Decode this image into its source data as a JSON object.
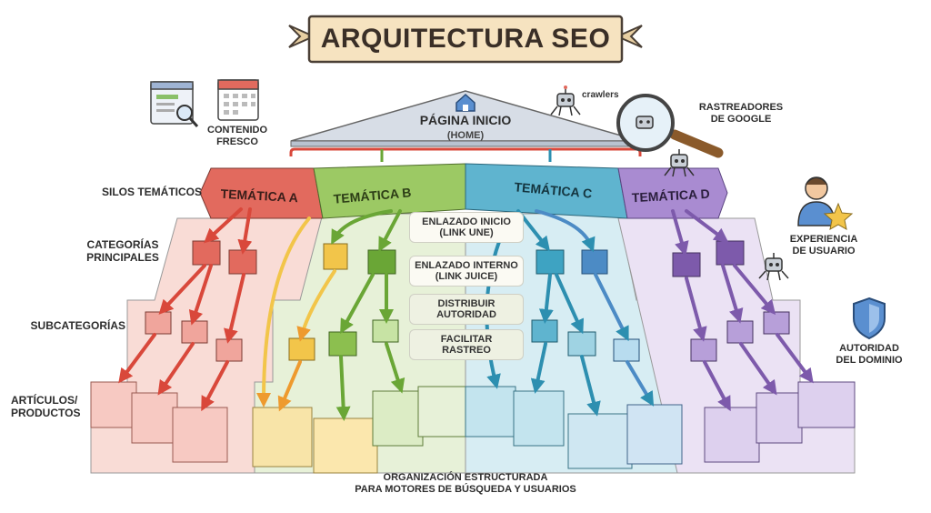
{
  "title": "ARQUITECTURA SEO",
  "home": {
    "title": "PÁGINA INICIO",
    "subtitle": "(HOME)"
  },
  "left_labels": {
    "contenido_fresco": "CONTENIDO\nFRESCO",
    "silos": "SILOS TEMÁTICOS",
    "categorias": "CATEGORÍAS\nPRINCIPALES",
    "subcategorias": "SUBCATEGORÍAS",
    "articulos": "ARTÍCULOS/\nPRODUCTOS"
  },
  "right_labels": {
    "crawlers": "crawlers",
    "rastreadores": "RASTREADORES\nDE GOOGLE",
    "experiencia": "EXPERIENCIA\nDE USUARIO",
    "autoridad": "AUTORIDAD\nDEL DOMINIO"
  },
  "silos": [
    {
      "label": "TEMÁTICA A",
      "color": "#e26a5e",
      "light": "#f4c9c2"
    },
    {
      "label": "TEMÁTICA B",
      "color": "#8cbf4f",
      "light": "#d9ecbf"
    },
    {
      "label": "TEMÁTICA C",
      "color": "#3ea3c2",
      "light": "#c3e4ee"
    },
    {
      "label": "TEMÁTICA D",
      "color": "#9a7ac4",
      "light": "#ddd0ee"
    }
  ],
  "center_boxes": [
    "ENLAZADO INICIO\n(LINK UNE)",
    "ENLAZADO INTERNO\n(LINK JUICE)",
    "DISTRIBUIR\nAUTORIDAD",
    "FACILITAR\nRASTREO"
  ],
  "footer": "ORGANIZACIÓN ESTRUCTURADA\nPARA MOTORES DE BÚSQUEDA Y USUARIOS",
  "colors": {
    "banner_bg": "#f6e3c0",
    "banner_border": "#4a3f35",
    "roof": "#cfd6e0",
    "orange": "#f0a13a",
    "yellow": "#f2c54a"
  },
  "icons": [
    "browser-search-icon",
    "calendar-icon",
    "home-icon",
    "crawler-robot-icon",
    "magnifier-icon",
    "user-icon",
    "star-icon",
    "shield-icon"
  ]
}
